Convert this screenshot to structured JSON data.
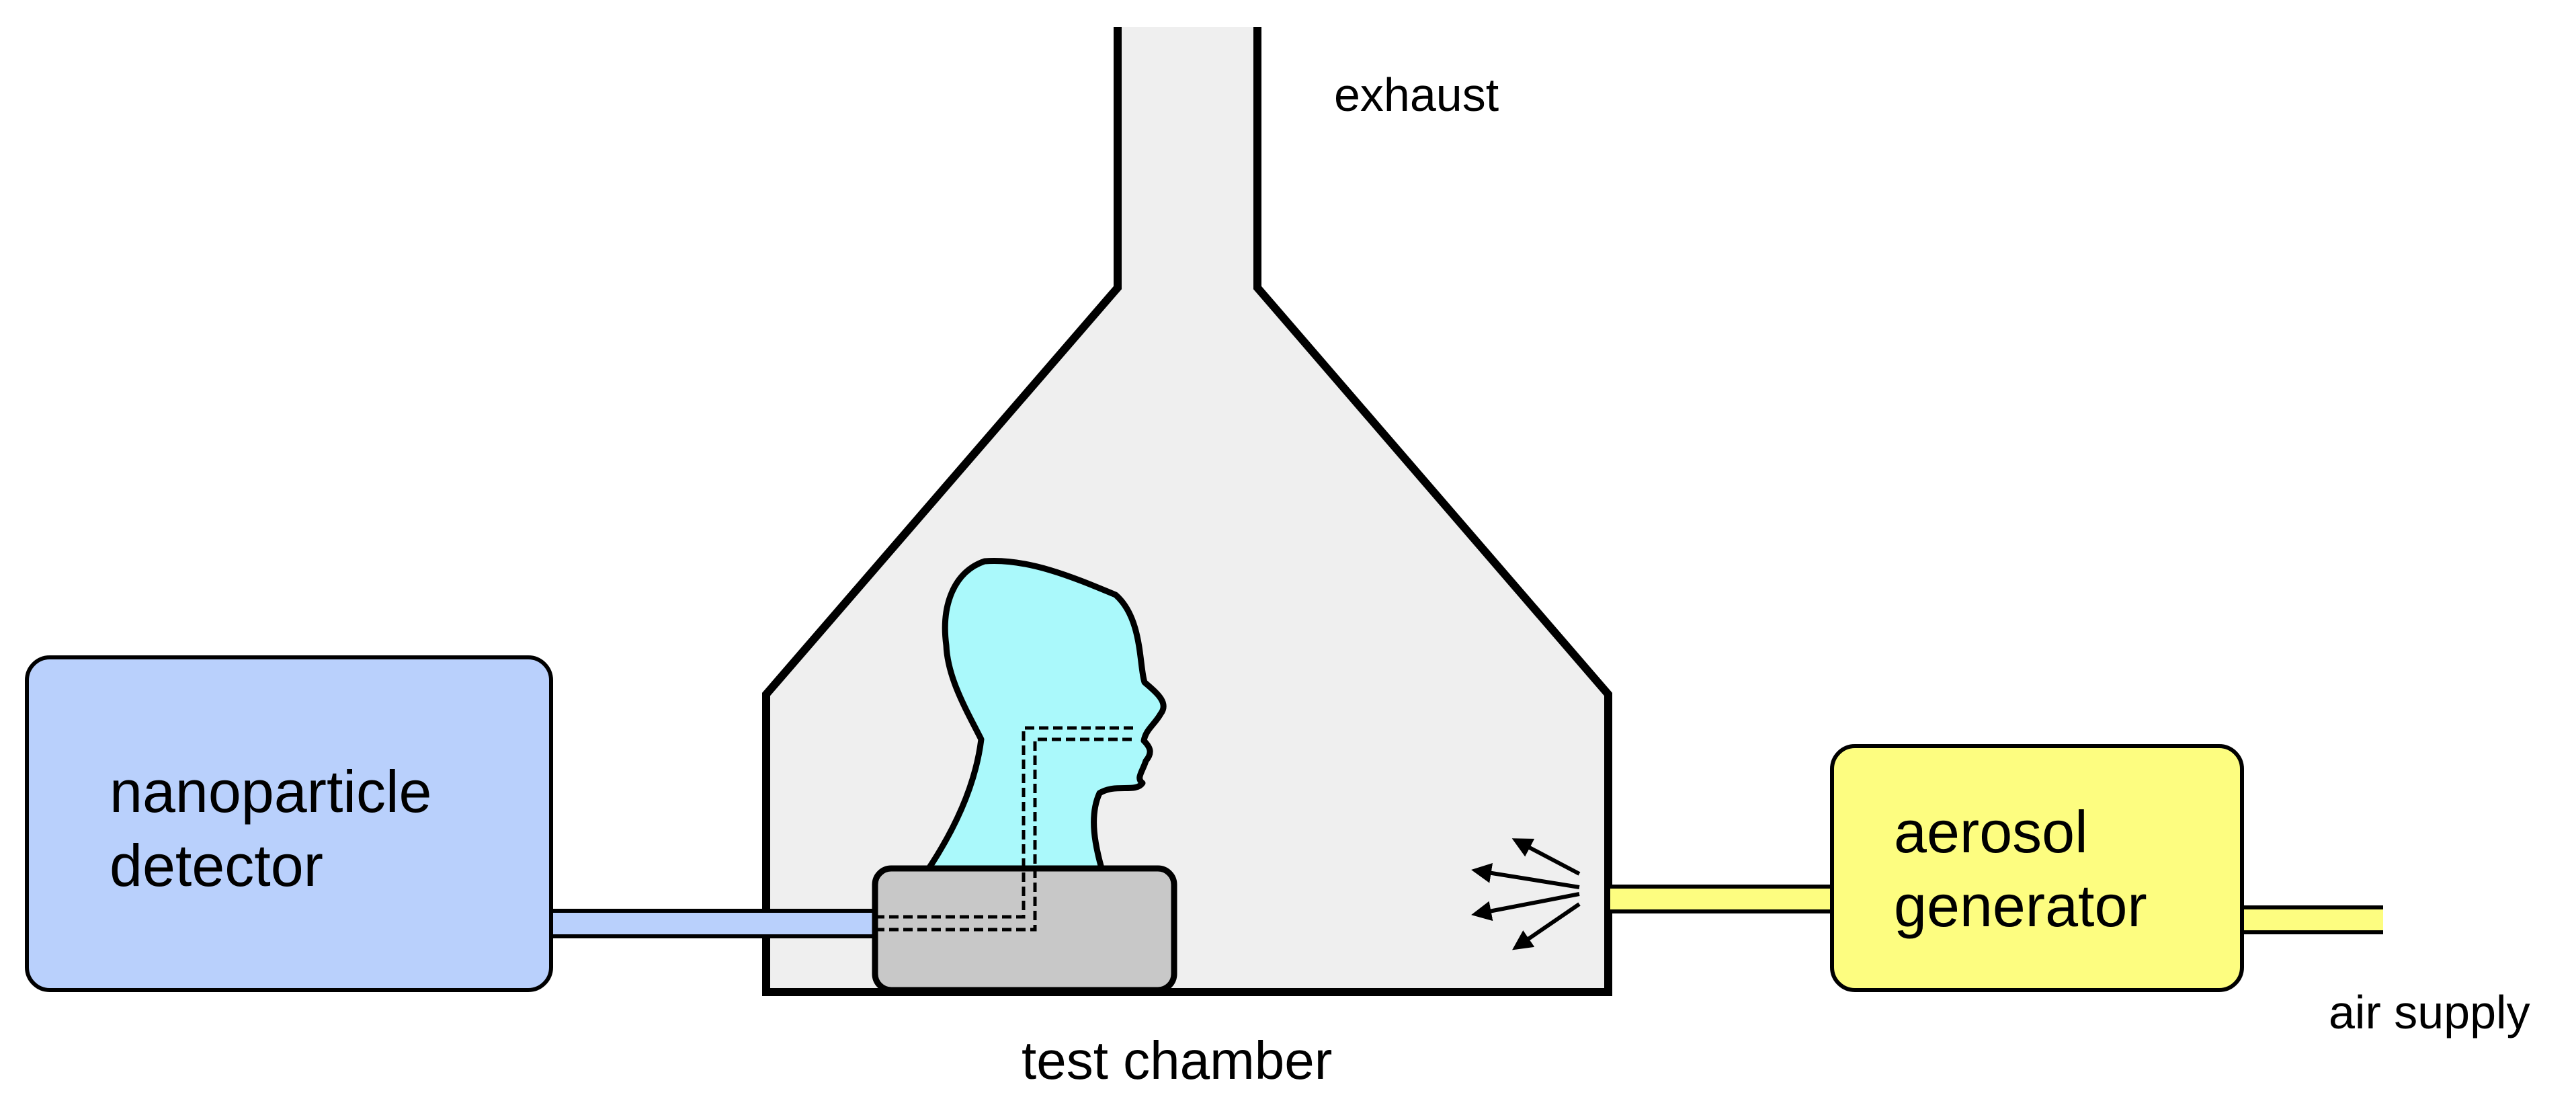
{
  "labels": {
    "exhaust": "exhaust",
    "test_chamber": "test chamber",
    "air_supply": "air supply"
  },
  "detector": {
    "line1": "nanoparticle",
    "line2": "detector"
  },
  "generator": {
    "line1": "aerosol",
    "line2": "generator"
  },
  "colors": {
    "chamber_fill": "#efefef",
    "detector_fill": "#b9d0fc",
    "generator_fill": "#fdfd80",
    "head_fill": "#aaf9fb",
    "base_fill": "#c8c8c8",
    "detector_tube": "#b9d0fc",
    "generator_tube": "#fdfd80",
    "stroke": "#000000"
  }
}
